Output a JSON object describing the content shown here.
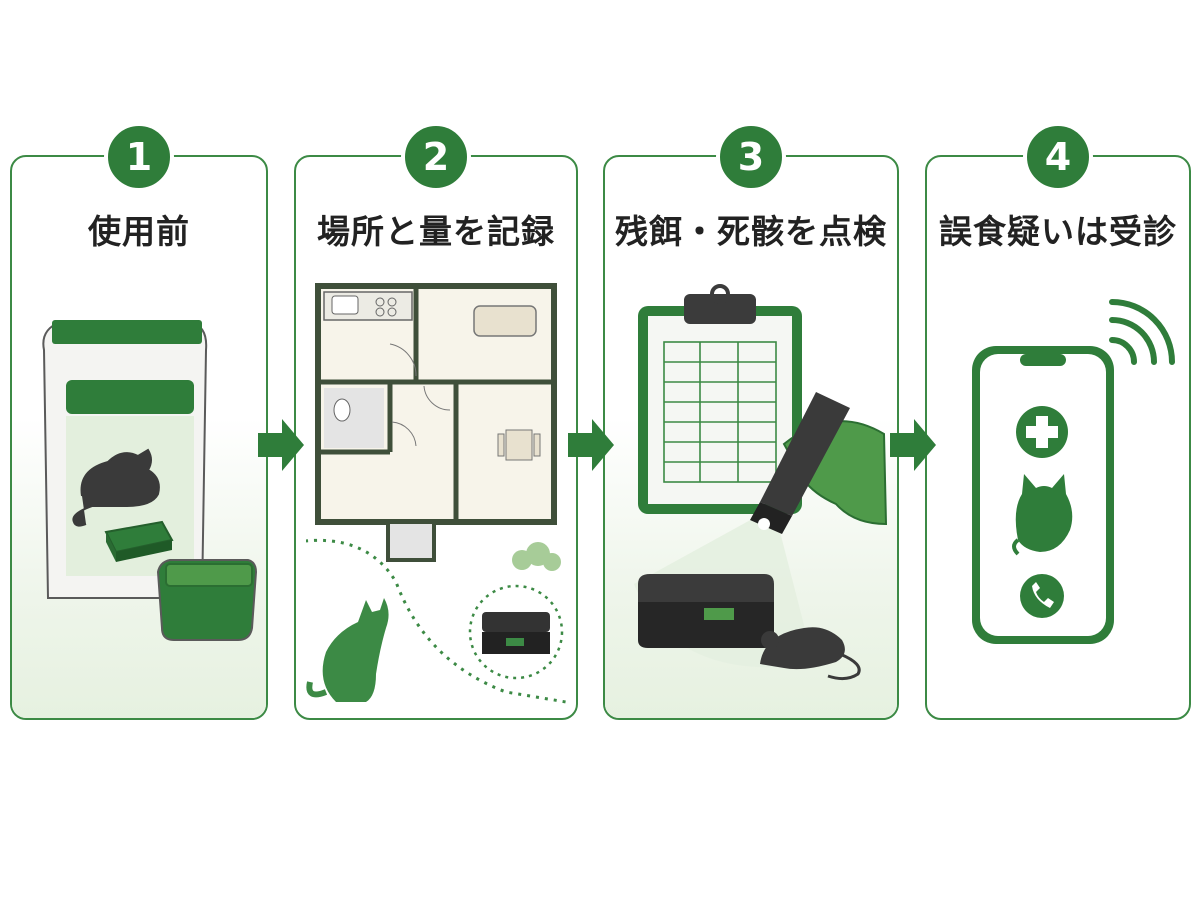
{
  "steps": [
    {
      "number": "1",
      "title": "使用前"
    },
    {
      "number": "2",
      "title": "場所と量を記録"
    },
    {
      "number": "3",
      "title": "残餌・死骸を点検"
    },
    {
      "number": "4",
      "title": "誤食疑いは受診"
    }
  ],
  "colors": {
    "accent": "#2f7d3a",
    "light": "#e6f1e0",
    "dark": "#2b2b2b"
  }
}
